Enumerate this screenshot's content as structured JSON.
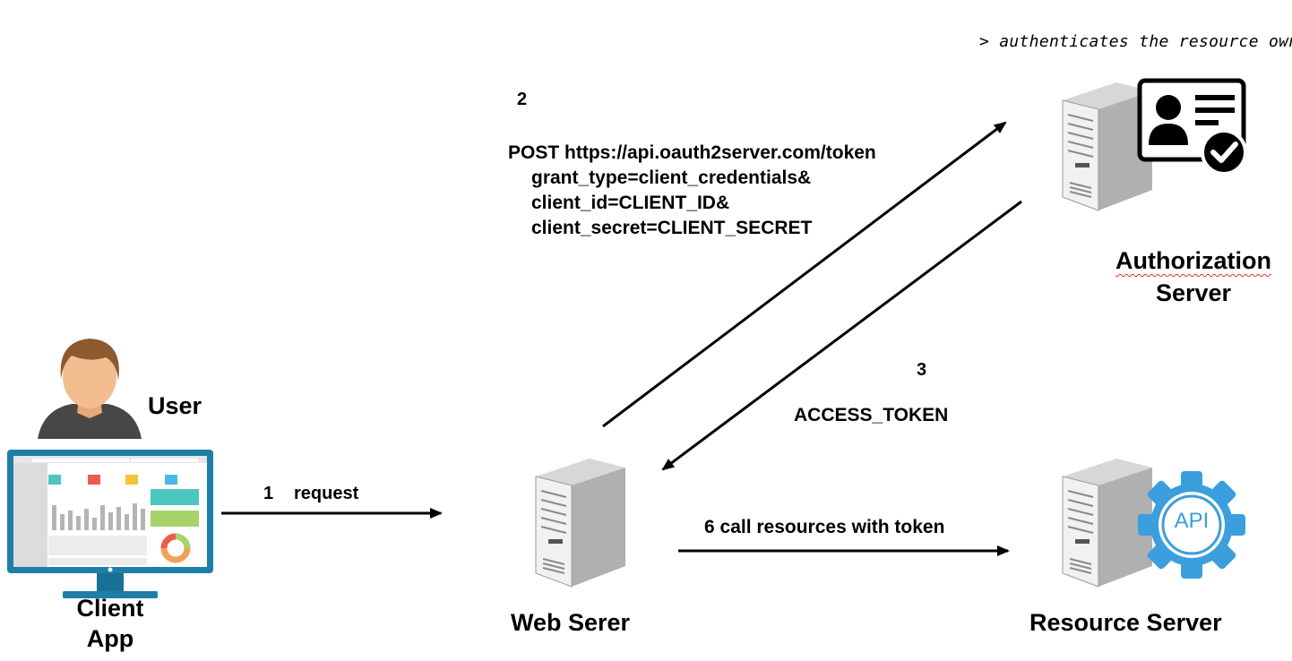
{
  "auth_note": "> authenticates the resource owner",
  "step2": {
    "number": "2",
    "lines": [
      "POST https://api.oauth2server.com/token",
      "grant_type=client_credentials&",
      "client_id=CLIENT_ID&",
      "client_secret=CLIENT_SECRET"
    ]
  },
  "step3": {
    "number": "3",
    "label": "ACCESS_TOKEN"
  },
  "step1": {
    "number": "1",
    "label": "request"
  },
  "step6": {
    "label": "6 call resources with token"
  },
  "nodes": {
    "user": "User",
    "client_app": [
      "Client",
      "App"
    ],
    "web_server": "Web Serer",
    "auth_server": [
      "Authorization",
      "Server"
    ],
    "resource_server": "Resource Server"
  },
  "api_badge": "API",
  "colors": {
    "arrow": "#000000",
    "api_gear": "#3a9fdc",
    "monitor_frame": "#1f80a8",
    "skin": "#f2b98a",
    "hair": "#8b5a2b",
    "shirt": "#444444"
  }
}
